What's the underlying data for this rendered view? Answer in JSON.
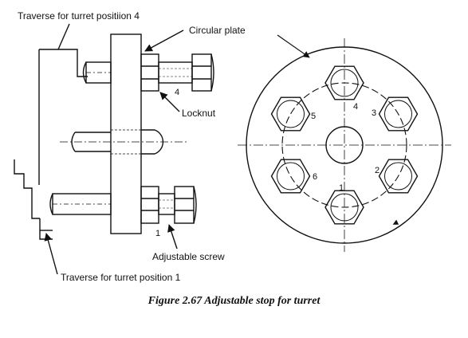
{
  "labels": {
    "traverse4": "Traverse for turret positiion 4",
    "circular_plate": "Circular plate",
    "locknut": "Locknut",
    "adjustable_screw": "Adjustable screw",
    "traverse1": "Traverse for turret position 1"
  },
  "side_numbers": {
    "top": "4",
    "bottom": "1"
  },
  "plate_positions": [
    "1",
    "2",
    "3",
    "4",
    "5",
    "6"
  ],
  "caption": "Figure 2.67 Adjustable stop for turret"
}
